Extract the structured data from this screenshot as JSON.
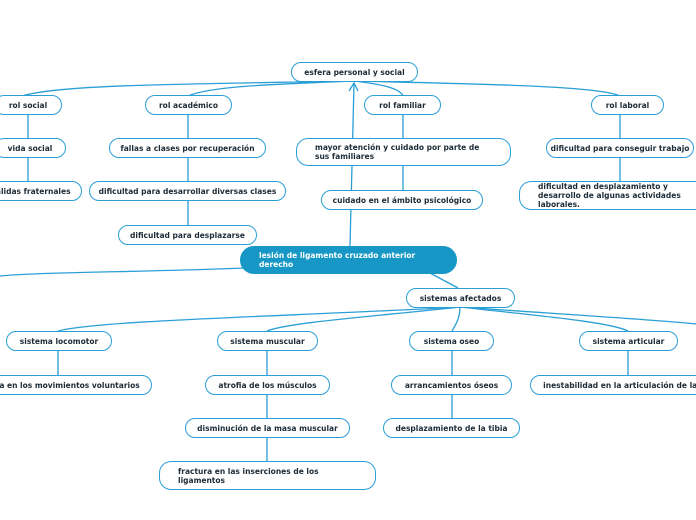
{
  "mindmap": {
    "root": "lesión de ligamento cruzado anterior derecho",
    "esfera": "esfera personal y social",
    "rol_social": "rol social",
    "vida_social": "vida social",
    "salidas_fraternales": "salidas fraternales",
    "rol_academico": "rol académico",
    "fallas_clases": "fallas a clases por recuperación",
    "dificultad_clases": "dificultad para desarrollar diversas clases",
    "dificultad_desplazarse": "dificultad para desplazarse",
    "rol_familiar": "rol familiar",
    "mayor_atencion": "mayor atención y cuidado por parte de sus familiares",
    "cuidado_psicologico": "cuidado en el ámbito psicológico",
    "rol_laboral": "rol laboral",
    "dificultad_trabajo": "dificultad para conseguir trabajo",
    "dificultad_desplazamiento_laboral": "dificultad en desplazamiento y desarrollo de algunas actividades laborales.",
    "sistemas_afectados": "sistemas afectados",
    "sistema_locomotor": "sistema locomotor",
    "atrofia_movimientos": "atrofia en los movimientos voluntarios",
    "sistema_muscular": "sistema muscular",
    "atrofia_musculos": "atrofia de los músculos",
    "disminucion_masa": "disminución de la masa muscular",
    "fractura_inserciones": "fractura en las inserciones de los ligamentos",
    "sistema_oseo": "sistema oseo",
    "arrancamientos_oseos": "arrancamientos óseos",
    "desplazamiento_tibia": "desplazamiento de la tibia",
    "sistema_articular": "sistema articular",
    "inestabilidad_articulacion": "inestabilidad en la articulación de la rodilla"
  }
}
